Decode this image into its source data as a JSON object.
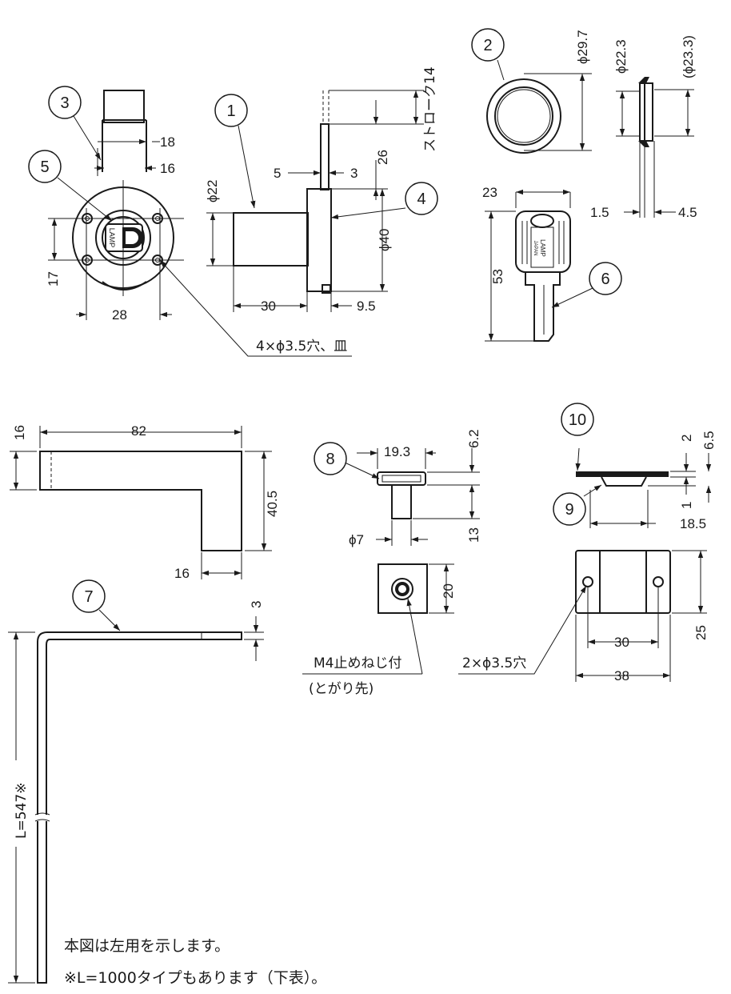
{
  "callouts": [
    "1",
    "2",
    "3",
    "4",
    "5",
    "6",
    "7",
    "8",
    "9",
    "10"
  ],
  "dims": {
    "d18": "18",
    "d16a": "16",
    "d17": "17",
    "d28": "28",
    "holes4": "4×ϕ3.5穴、皿",
    "phi22": "ϕ22",
    "d5": "5",
    "d3a": "3",
    "d26": "26",
    "stroke": "ストローク14",
    "phi40": "ϕ40",
    "d30a": "30",
    "d9_5": "9.5",
    "phi29_7": "ϕ29.7",
    "phi22_3": "ϕ22.3",
    "phi23_3": "(ϕ23.3)",
    "d1_5": "1.5",
    "d4_5": "4.5",
    "d23": "23",
    "d53": "53",
    "d16b": "16",
    "d82": "82",
    "d40_5": "40.5",
    "d16c": "16",
    "d19_3": "19.3",
    "d6_2": "6.2",
    "phi7": "ϕ7",
    "d13": "13",
    "d20": "20",
    "screw1": "M4止めねじ付",
    "screw2": "(とがり先)",
    "d2": "2",
    "d6_5": "6.5",
    "d1": "1",
    "d18_5": "18.5",
    "d25": "25",
    "d30b": "30",
    "d38": "38",
    "holes2": "2×ϕ3.5穴",
    "d3b": "3",
    "L": "L=547※"
  },
  "key_text": {
    "brand": "LAMP",
    "country": "JAPAN"
  },
  "notes": {
    "line1": "本図は左用を示します。",
    "line2": "※L=1000タイプもあります（下表）。"
  }
}
